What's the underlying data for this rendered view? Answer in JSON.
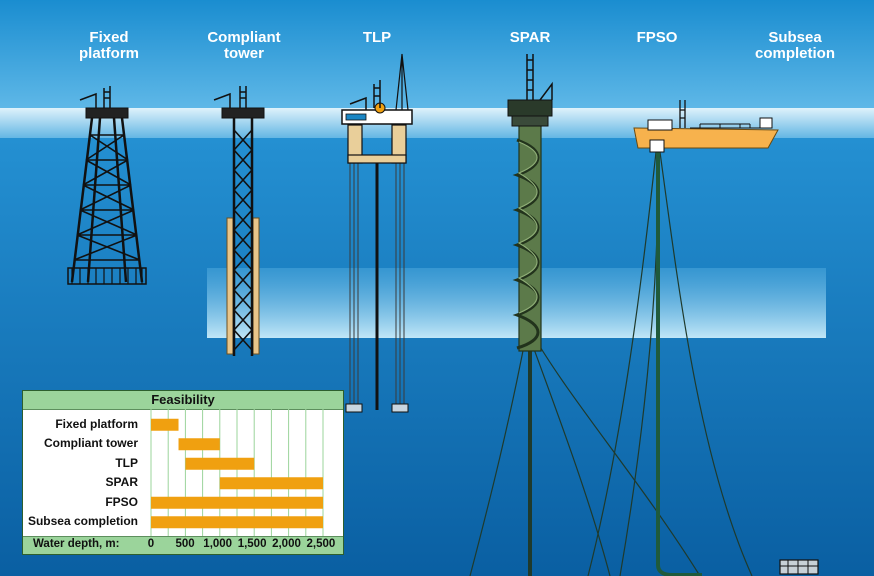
{
  "structures": [
    {
      "id": "fixed",
      "label": "Fixed\nplatform"
    },
    {
      "id": "compliant",
      "label": "Compliant\ntower"
    },
    {
      "id": "tlp",
      "label": "TLP"
    },
    {
      "id": "spar",
      "label": "SPAR"
    },
    {
      "id": "fpso",
      "label": "FPSO"
    },
    {
      "id": "subsea",
      "label": "Subsea\ncompletion"
    }
  ],
  "chart_data": {
    "type": "bar",
    "title": "Feasibility",
    "xlabel": "Water depth, m:",
    "xticks": [
      "0",
      "500",
      "1,000",
      "1,500",
      "2,000",
      "2,500"
    ],
    "xlim": [
      0,
      2500
    ],
    "categories": [
      "Fixed platform",
      "Compliant tower",
      "TLP",
      "SPAR",
      "FPSO",
      "Subsea completion"
    ],
    "ranges": [
      [
        0,
        400
      ],
      [
        400,
        1000
      ],
      [
        500,
        1500
      ],
      [
        1000,
        2500
      ],
      [
        0,
        2500
      ],
      [
        0,
        2500
      ]
    ],
    "bar_color": "#f0a010"
  },
  "colors": {
    "sky": "#1a86c4",
    "deep": "#0e63a5",
    "structure": "#111111",
    "spar_hull": "#5c7a4a",
    "riser": "#1f5a3c",
    "hull": "#f7b24d"
  }
}
